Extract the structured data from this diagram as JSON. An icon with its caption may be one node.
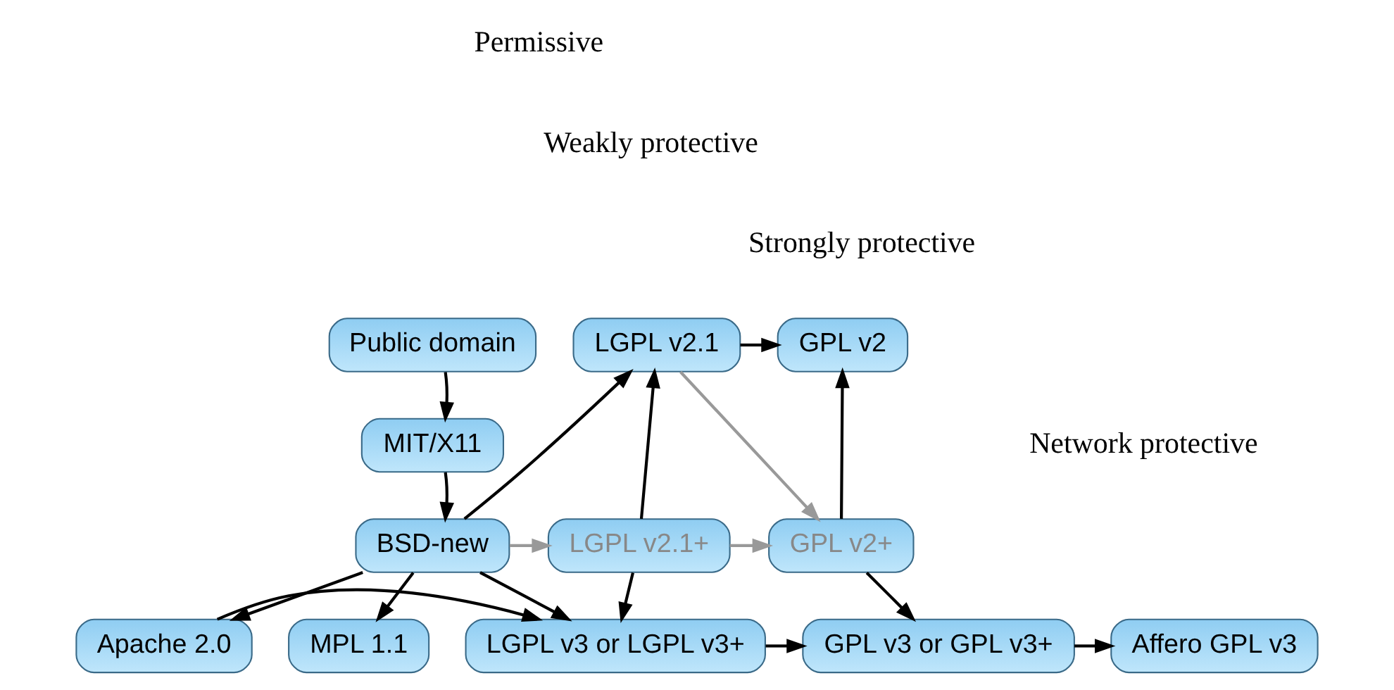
{
  "diagram": {
    "nodes": [
      {
        "text": [
          "Public domain"
        ]
      },
      {
        "text": [
          "MIT/X11"
        ]
      },
      {
        "text": [
          "BSD-new"
        ]
      },
      {
        "text": [
          "Apache 2.0"
        ]
      },
      {
        "text": [
          "LGPL v2.1"
        ]
      },
      {
        "text": [
          "LGPL v2.1+"
        ]
      },
      {
        "text": [
          "LGPL v3 or LGPL v3+"
        ]
      },
      {
        "text": [
          "MPL 1.1"
        ]
      },
      {
        "text": [
          "GPL v2"
        ]
      },
      {
        "text": [
          "GPL v2+"
        ]
      },
      {
        "text": [
          "GPL v3 or GPL v3+"
        ]
      },
      {
        "text": [
          "Affero GPL v3"
        ]
      }
    ],
    "edges": [
      {
        "from": 0,
        "to": 1,
        "arrow": "to"
      },
      {
        "from": 1,
        "to": 2,
        "arrow": "to"
      },
      {
        "from": 2,
        "to": 4,
        "arrow": "to"
      },
      {
        "from": 2,
        "to": 5,
        "arrow": "to",
        "color": "#999999"
      },
      {
        "from": 2,
        "to": 6,
        "arrow": "to"
      },
      {
        "from": 2,
        "to": 3,
        "arrow": "to"
      },
      {
        "from": 2,
        "to": 7,
        "arrow": "to"
      },
      {
        "from": 3,
        "to": 6,
        "arrow": "to"
      },
      {
        "from": 4,
        "to": 8,
        "arrow": "to"
      },
      {
        "from": 4,
        "to": 9,
        "arrow": "to",
        "color": "#999999"
      },
      {
        "from": 5,
        "to": 4,
        "arrow": "to"
      },
      {
        "from": 5,
        "to": 6,
        "arrow": "to"
      },
      {
        "from": 5,
        "to": 9,
        "arrow": "to",
        "color": "#999999"
      },
      {
        "from": 9,
        "to": 8,
        "arrow": "to"
      },
      {
        "from": 9,
        "to": 10,
        "arrow": "to"
      },
      {
        "from": 6,
        "to": 10,
        "arrow": "to"
      },
      {
        "from": 10,
        "to": 11,
        "arrow": "to"
      }
    ],
    "labels": [
      "Permissive",
      "Weakly protective",
      "Strongly protective",
      "Network protective"
    ]
  }
}
